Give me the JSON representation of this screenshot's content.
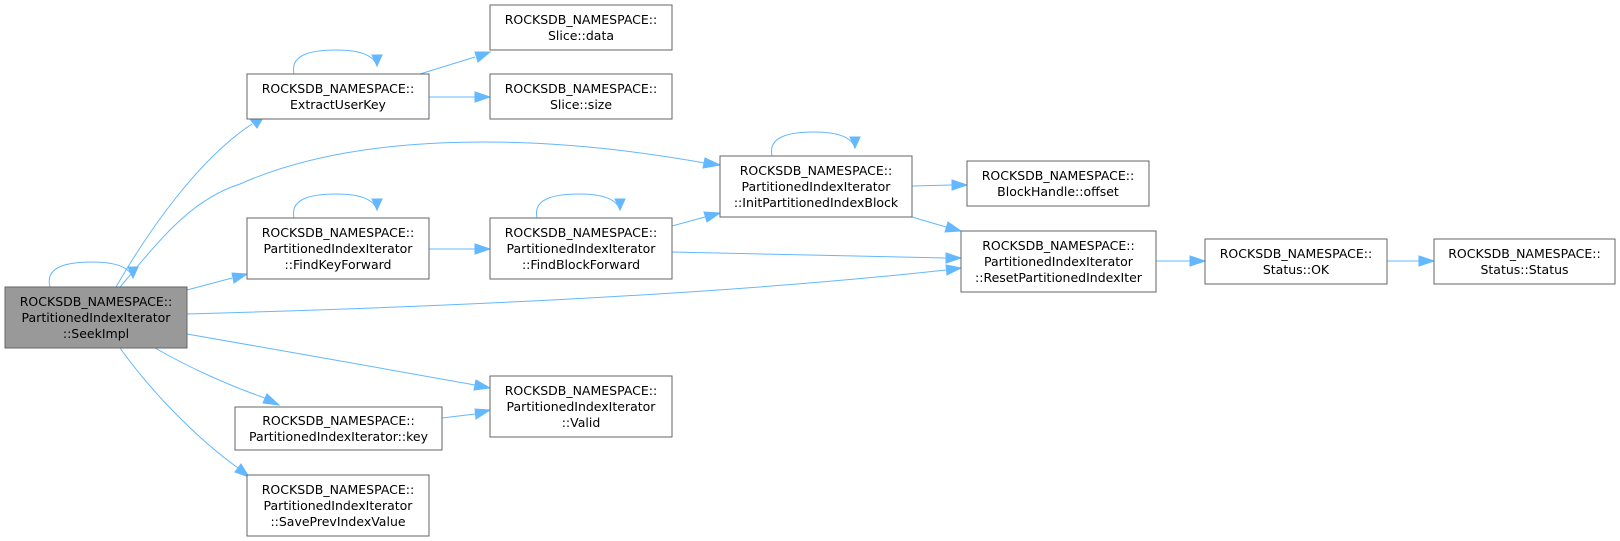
{
  "nodes": [
    {
      "id": "seekimpl",
      "lines": [
        "ROCKSDB_NAMESPACE::",
        "PartitionedIndexIterator",
        "::SeekImpl"
      ],
      "root": true
    },
    {
      "id": "extractuserkey",
      "lines": [
        "ROCKSDB_NAMESPACE::",
        "ExtractUserKey"
      ]
    },
    {
      "id": "slice-data",
      "lines": [
        "ROCKSDB_NAMESPACE::",
        "Slice::data"
      ]
    },
    {
      "id": "slice-size",
      "lines": [
        "ROCKSDB_NAMESPACE::",
        "Slice::size"
      ]
    },
    {
      "id": "initpartitionedindexblock",
      "lines": [
        "ROCKSDB_NAMESPACE::",
        "PartitionedIndexIterator",
        "::InitPartitionedIndexBlock"
      ]
    },
    {
      "id": "blockhandle-offset",
      "lines": [
        "ROCKSDB_NAMESPACE::",
        "BlockHandle::offset"
      ]
    },
    {
      "id": "findkeyforward",
      "lines": [
        "ROCKSDB_NAMESPACE::",
        "PartitionedIndexIterator",
        "::FindKeyForward"
      ]
    },
    {
      "id": "findblockforward",
      "lines": [
        "ROCKSDB_NAMESPACE::",
        "PartitionedIndexIterator",
        "::FindBlockForward"
      ]
    },
    {
      "id": "resetpartitionedindexiter",
      "lines": [
        "ROCKSDB_NAMESPACE::",
        "PartitionedIndexIterator",
        "::ResetPartitionedIndexIter"
      ]
    },
    {
      "id": "status-ok",
      "lines": [
        "ROCKSDB_NAMESPACE::",
        "Status::OK"
      ]
    },
    {
      "id": "status-status",
      "lines": [
        "ROCKSDB_NAMESPACE::",
        "Status::Status"
      ]
    },
    {
      "id": "valid",
      "lines": [
        "ROCKSDB_NAMESPACE::",
        "PartitionedIndexIterator",
        "::Valid"
      ]
    },
    {
      "id": "key",
      "lines": [
        "ROCKSDB_NAMESPACE::",
        "PartitionedIndexIterator::key"
      ]
    },
    {
      "id": "saveprevindexvalue",
      "lines": [
        "ROCKSDB_NAMESPACE::",
        "PartitionedIndexIterator",
        "::SavePrevIndexValue"
      ]
    }
  ],
  "edges": [
    {
      "from": "seekimpl",
      "to": "seekimpl"
    },
    {
      "from": "seekimpl",
      "to": "extractuserkey"
    },
    {
      "from": "seekimpl",
      "to": "initpartitionedindexblock"
    },
    {
      "from": "seekimpl",
      "to": "findkeyforward"
    },
    {
      "from": "seekimpl",
      "to": "resetpartitionedindexiter"
    },
    {
      "from": "seekimpl",
      "to": "valid"
    },
    {
      "from": "seekimpl",
      "to": "key"
    },
    {
      "from": "seekimpl",
      "to": "saveprevindexvalue"
    },
    {
      "from": "extractuserkey",
      "to": "extractuserkey"
    },
    {
      "from": "extractuserkey",
      "to": "slice-data"
    },
    {
      "from": "extractuserkey",
      "to": "slice-size"
    },
    {
      "from": "findkeyforward",
      "to": "findkeyforward"
    },
    {
      "from": "findkeyforward",
      "to": "findblockforward"
    },
    {
      "from": "findblockforward",
      "to": "findblockforward"
    },
    {
      "from": "findblockforward",
      "to": "initpartitionedindexblock"
    },
    {
      "from": "findblockforward",
      "to": "resetpartitionedindexiter"
    },
    {
      "from": "initpartitionedindexblock",
      "to": "initpartitionedindexblock"
    },
    {
      "from": "initpartitionedindexblock",
      "to": "blockhandle-offset"
    },
    {
      "from": "initpartitionedindexblock",
      "to": "resetpartitionedindexiter"
    },
    {
      "from": "resetpartitionedindexiter",
      "to": "status-ok"
    },
    {
      "from": "status-ok",
      "to": "status-status"
    },
    {
      "from": "key",
      "to": "valid"
    }
  ],
  "colors": {
    "edge": "#63b8ff",
    "root_fill": "#999999",
    "node_border": "#666666"
  }
}
